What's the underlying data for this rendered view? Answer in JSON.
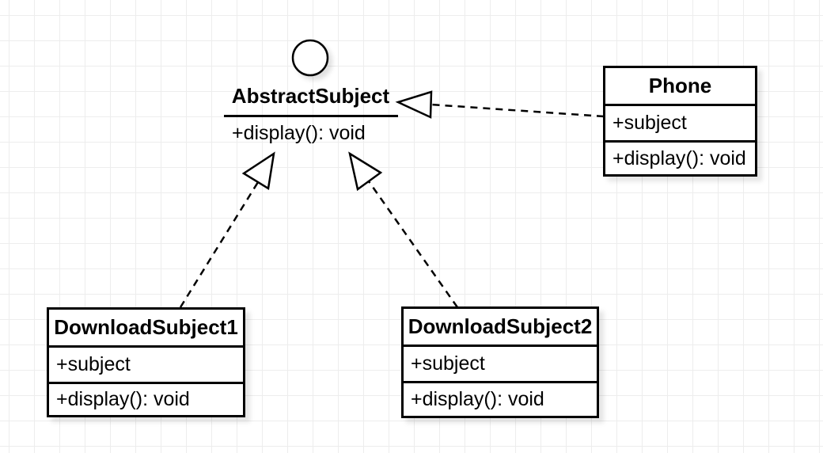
{
  "canvas": {
    "kind": "uml-class-diagram",
    "colors": {
      "background": "#ffffff",
      "grid_line": "#ededed",
      "shape_stroke": "#000000",
      "shape_fill": "#ffffff"
    },
    "interface": {
      "name": "AbstractSubject",
      "method": "+display(): void"
    },
    "classes": [
      {
        "name": "Phone",
        "attribute": "+subject",
        "method": "+display(): void"
      },
      {
        "name": "DownloadSubject1",
        "attribute": "+subject",
        "method": "+display(): void"
      },
      {
        "name": "DownloadSubject2",
        "attribute": "+subject",
        "method": "+display(): void"
      }
    ],
    "relations": [
      {
        "type": "realization",
        "from": "DownloadSubject1",
        "to": "AbstractSubject",
        "line": "dashed",
        "arrowhead": "open-triangle"
      },
      {
        "type": "realization",
        "from": "DownloadSubject2",
        "to": "AbstractSubject",
        "line": "dashed",
        "arrowhead": "open-triangle"
      },
      {
        "type": "realization",
        "from": "Phone",
        "to": "AbstractSubject",
        "line": "dashed",
        "arrowhead": "open-triangle"
      }
    ]
  }
}
